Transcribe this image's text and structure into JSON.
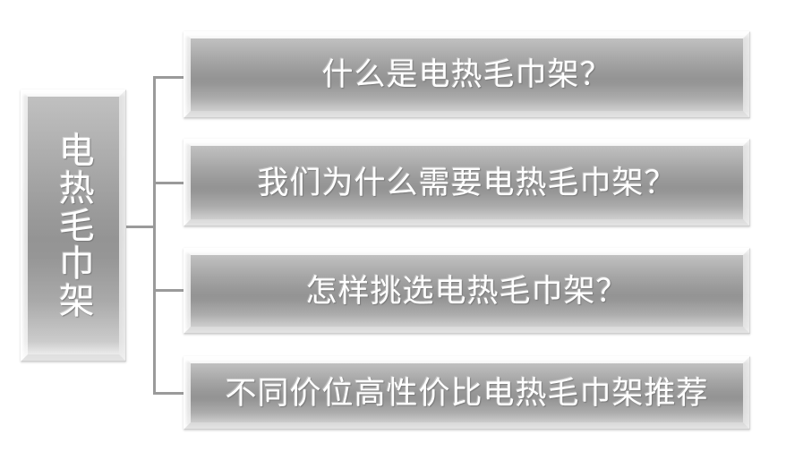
{
  "diagram": {
    "type": "horizontal-tree-mindmap",
    "title": "电热毛巾架",
    "background_color": "#ffffff",
    "node_fill_color": "#a3a3a3",
    "node_highlight_color": "#fdfdfd",
    "node_text_color": "#ffffff",
    "connector_color": "#9a9a9a",
    "root": {
      "label": "电热毛巾架",
      "orientation": "vertical"
    },
    "branches": [
      {
        "label": "什么是电热毛巾架？"
      },
      {
        "label": "我们为什么需要电热毛巾架？"
      },
      {
        "label": "怎样挑选电热毛巾架？"
      },
      {
        "label": "不同价位高性价比电热毛巾架推荐"
      }
    ]
  }
}
